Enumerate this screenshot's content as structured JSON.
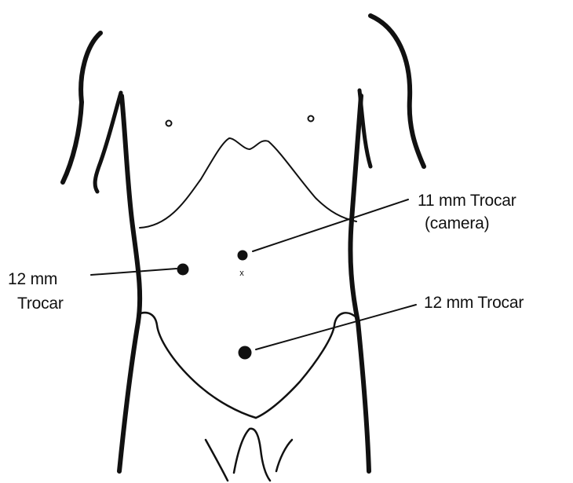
{
  "labels": {
    "camera_trocar_line1": "11 mm Trocar",
    "camera_trocar_line2": "(camera)",
    "left_trocar_line1": "12 mm",
    "left_trocar_line2": "Trocar",
    "lower_trocar": "12 mm Trocar",
    "umbilicus_mark": "x"
  },
  "colors": {
    "ink": "#111111",
    "background": "#ffffff"
  }
}
